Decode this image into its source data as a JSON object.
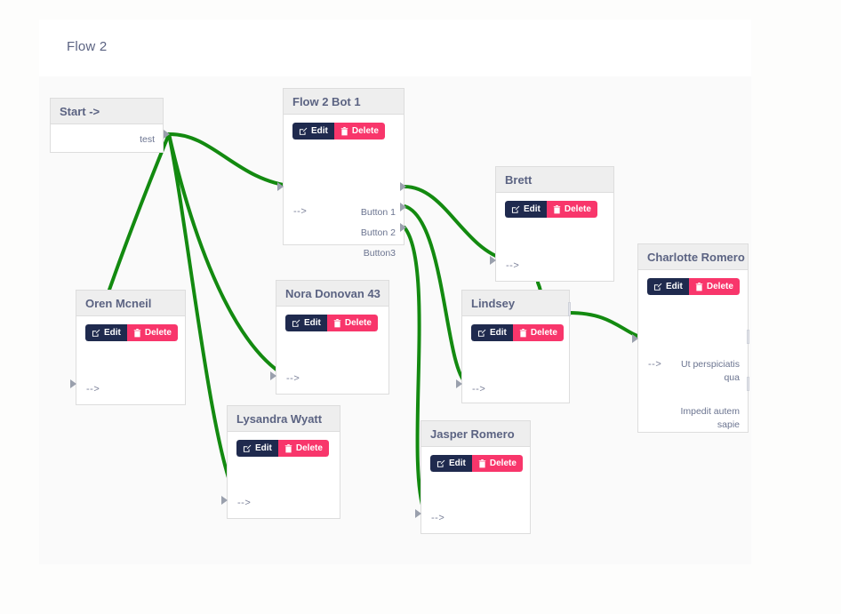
{
  "page": {
    "title": "Flow 2",
    "canvas_bg": "#fafafa",
    "page_bg": "#fdfdfc"
  },
  "theme": {
    "edge_color": "#138a10",
    "edit_button_bg": "#1f2a4e",
    "delete_button_bg": "#f8366b",
    "node_header_bg": "#eeeeee",
    "node_title_color": "#5b6382",
    "port_label_color": "#6b7490"
  },
  "buttons": {
    "edit_label": "Edit",
    "delete_label": "Delete",
    "edit_icon": "pencil-square-icon",
    "delete_icon": "trash-icon"
  },
  "nodes": [
    {
      "id": "start",
      "title": "Start ->",
      "has_actions": false,
      "inputs": [],
      "outputs": [
        "test"
      ]
    },
    {
      "id": "flow-2-bot-1",
      "title": "Flow 2 Bot 1",
      "has_actions": true,
      "inputs": [
        "-->"
      ],
      "outputs": [
        "Button 1",
        "Button 2",
        "Button3"
      ]
    },
    {
      "id": "oren-mcneil",
      "title": "Oren Mcneil",
      "has_actions": true,
      "inputs": [
        "-->"
      ],
      "outputs": []
    },
    {
      "id": "nora-donovan-43",
      "title": "Nora Donovan 43",
      "has_actions": true,
      "inputs": [
        "-->"
      ],
      "outputs": []
    },
    {
      "id": "lysandra-wyatt",
      "title": "Lysandra Wyatt",
      "has_actions": true,
      "inputs": [
        "-->"
      ],
      "outputs": []
    },
    {
      "id": "brett",
      "title": "Brett",
      "has_actions": true,
      "inputs": [
        "-->"
      ],
      "outputs": []
    },
    {
      "id": "lindsey",
      "title": "Lindsey",
      "has_actions": true,
      "inputs": [
        "-->"
      ],
      "outputs": []
    },
    {
      "id": "jasper-romero",
      "title": "Jasper Romero",
      "has_actions": true,
      "inputs": [
        "-->"
      ],
      "outputs": []
    },
    {
      "id": "charlotte-romero",
      "title": "Charlotte Romero",
      "has_actions": true,
      "inputs": [
        "-->"
      ],
      "outputs": [
        "Ut perspiciatis qua",
        "Impedit autem sapie"
      ]
    }
  ],
  "labels": {
    "start_title": "Start ->",
    "start_output": "test",
    "bot_title": "Flow 2 Bot 1",
    "bot_input": "-->",
    "bot_out_1": "Button 1",
    "bot_out_2": "Button 2",
    "bot_out_3": "Button3",
    "oren_title": "Oren Mcneil",
    "oren_input": "-->",
    "nora_title": "Nora Donovan 43",
    "nora_input": "-->",
    "lysandra_title": "Lysandra Wyatt",
    "lysandra_input": "-->",
    "brett_title": "Brett",
    "brett_input": "-->",
    "lindsey_title": "Lindsey",
    "lindsey_input": "-->",
    "jasper_title": "Jasper Romero",
    "jasper_input": "-->",
    "charlotte_title": "Charlotte Romero",
    "charlotte_input": "-->",
    "charlotte_out_1": "Ut perspiciatis qua",
    "charlotte_out_2": "Impedit autem sapie"
  }
}
